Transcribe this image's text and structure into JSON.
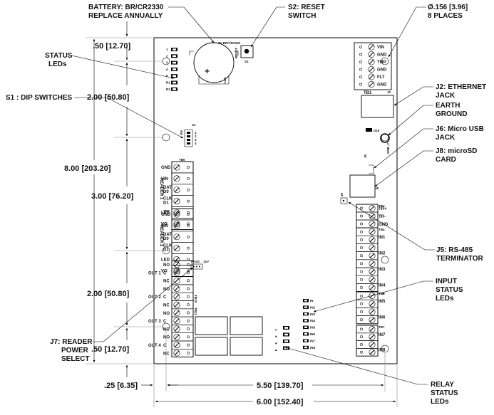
{
  "callouts": {
    "battery_line1": "BATTERY: BR/CR2330",
    "battery_line2": "REPLACE ANNUALLY",
    "reset_line1": "S2: RESET",
    "reset_line2": "SWITCH",
    "holes_line1": "Ø.156 [3.96]",
    "holes_line2": "8 PLACES",
    "status_line1": "STATUS",
    "status_line2": "LEDs",
    "dip": "S1 : DIP SWITCHES",
    "ethernet_line1": "J2: ETHERNET",
    "ethernet_line2": "JACK",
    "earth_line1": "EARTH",
    "earth_line2": "GROUND",
    "usb_line1": "J6: Micro USB",
    "usb_line2": "JACK",
    "sd_line1": "J8: microSD",
    "sd_line2": "CARD",
    "rs485_line1": "J5: RS-485",
    "rs485_line2": "TERMINATOR",
    "input_line1": "INPUT",
    "input_line2": "STATUS",
    "input_line3": "LEDs",
    "reader_power_line1": "J7: READER",
    "reader_power_line2": "POWER",
    "reader_power_line3": "SELECT",
    "relay_line1": "RELAY",
    "relay_line2": "STATUS",
    "relay_line3": "LEDs"
  },
  "dimensions": {
    "top_margin": ".50 [12.70]",
    "leds_to_dip": "2.00 [50.80]",
    "overall_height": "8.00 [203.20]",
    "reader_span": "3.00 [76.20]",
    "relay_span": "2.00 [50.80]",
    "bottom_margin": ".50 [12.70]",
    "left_margin": ".25 [6.35]",
    "hole_span": "5.50 [139.70]",
    "overall_width": "6.00 [152.40]"
  },
  "board": {
    "battery_label": "3V BR/CR2330",
    "battery_ref": "BT1",
    "reset_ref": "S2",
    "reset_text": "RESET",
    "dip_ref": "S1",
    "dip_on": "ON",
    "dip_numbers": [
      "1",
      "2",
      "3",
      "4"
    ],
    "tb1": "TB1",
    "tb1_pins": [
      "VIN",
      "GND",
      "TMP",
      "GND",
      "FLT",
      "GND"
    ],
    "j2": "J2",
    "d16": "D16",
    "earth_ref": "GND_C",
    "j6": "J6",
    "j8": "J8",
    "j5": "J5",
    "status_leds": [
      "1",
      "2",
      "3",
      "4",
      "5",
      "R1",
      "R2"
    ],
    "tb5": "TB5",
    "tb6": "TB6",
    "reader1": "READER 1",
    "reader2": "READER 2",
    "reader1_pins": [
      "GND",
      "VIN",
      "DAT D0",
      "CLK D1",
      "LED",
      "VO"
    ],
    "reader2_pins": [
      "GND",
      "VIN",
      "DAT D0",
      "CLK D1",
      "LED",
      "VO"
    ],
    "j7_pass": "PASS",
    "j7_12v": "12V",
    "tb10": "TB10",
    "tb11": "TB11",
    "relay_pins": [
      "NO",
      "C",
      "NC",
      "NO",
      "C",
      "NC",
      "NO",
      "C",
      "NC",
      "NO",
      "C",
      "NC"
    ],
    "out_labels": [
      "OUT 1",
      "OUT 2",
      "OUT 3",
      "OUT 4"
    ],
    "tb3": "TB3",
    "tb3_pins": [
      "TR+",
      "TR-",
      "GND"
    ],
    "tb4": "TB4",
    "tb_in_pins": [
      "IN1",
      "IN2",
      "IN3",
      "IN4"
    ],
    "tb8": "TB8",
    "tb9": "TB9",
    "tb_in_pins2": [
      "IN5",
      "IN6"
    ],
    "tb7": "TB7",
    "tb_in_pins3": [
      "IN7",
      "IN8"
    ],
    "input_leds": [
      "IN",
      "IN2",
      "IN3",
      "IN4",
      "IN5",
      "IN6",
      "IN7",
      "IN8"
    ],
    "relay_leds": [
      "1",
      "2",
      "3",
      "4"
    ]
  }
}
